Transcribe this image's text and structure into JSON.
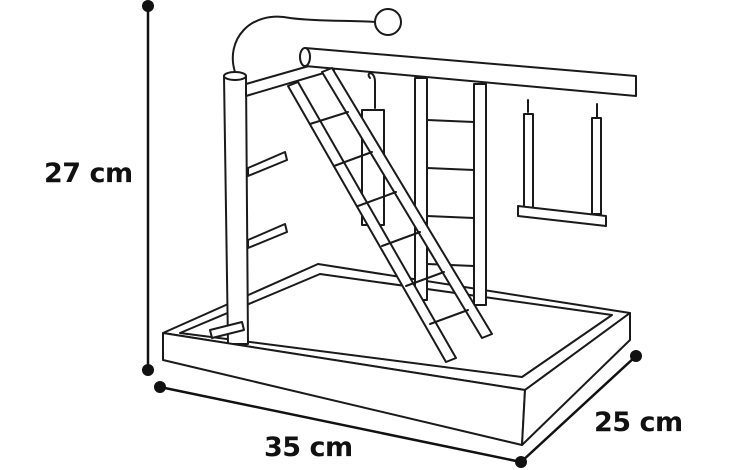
{
  "dimensions": {
    "height": "27 cm",
    "width": "35 cm",
    "depth": "25 cm"
  },
  "colors": {
    "line": "#1a1a1a",
    "background": "#ffffff"
  }
}
